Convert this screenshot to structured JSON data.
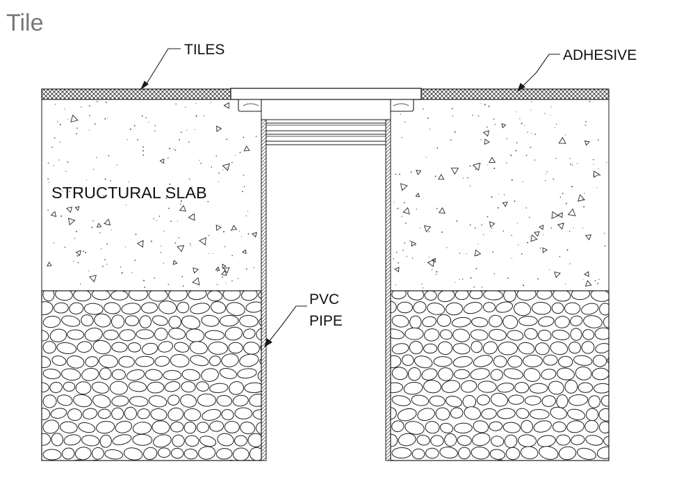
{
  "title": "Tile",
  "labels": {
    "tiles": "TILES",
    "adhesive": "ADHESIVE",
    "structural_slab": "STRUCTURAL SLAB",
    "pvc_line1": "PVC",
    "pvc_line2": "PIPE"
  },
  "colors": {
    "line": "#1a1a1a",
    "title": "#777777",
    "slab_fill": "#ffffff"
  }
}
